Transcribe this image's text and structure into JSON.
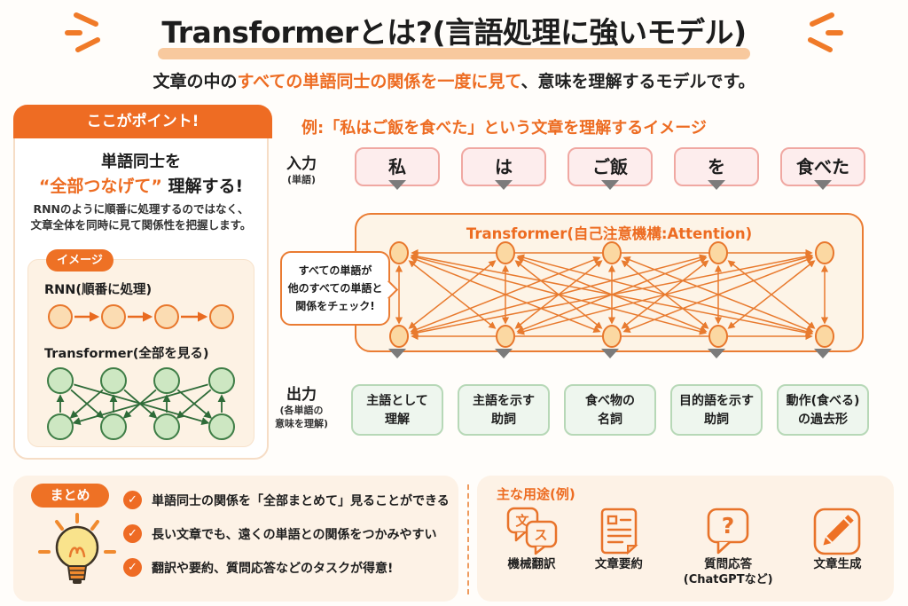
{
  "header": {
    "title": "Transformerとは?(言語処理に強いモデル)",
    "subtitle_prefix": "文章の中の",
    "subtitle_highlight": "すべての単語同士の関係を一度に見て",
    "subtitle_suffix": "、意味を理解するモデルです。"
  },
  "point_panel": {
    "header": "ここがポイント!",
    "line1": "単語同士を",
    "line2_highlight": "“全部つなげて”",
    "line2_rest": " 理解する!",
    "body_line1": "RNNのように順番に処理するのではなく、",
    "body_line2": "文章全体を同時に見て関係性を把握します。",
    "image_badge": "イメージ",
    "rnn_label": "RNN(順番に処理)",
    "transformer_label": "Transformer(全部を見る)"
  },
  "example": {
    "heading": "例:「私はご飯を食べた」という文章を理解するイメージ",
    "input_label": "入力",
    "input_sublabel": "(単語)",
    "words": [
      "私",
      "は",
      "ご飯",
      "を",
      "食べた"
    ],
    "transformer_title": "Transformer(自己注意機構:Attention)",
    "bubble_lines": [
      "すべての単語が",
      "他のすべての単語と",
      "関係をチェック!"
    ],
    "output_label": "出力",
    "output_sublabel_1": "(各単語の",
    "output_sublabel_2": "意味を理解)",
    "outputs": [
      {
        "line1": "主語として",
        "line2": "理解"
      },
      {
        "line1": "主語を示す",
        "line2": "助詞"
      },
      {
        "line1": "食べ物の",
        "line2": "名詞"
      },
      {
        "line1": "目的語を示す",
        "line2": "助詞"
      },
      {
        "line1": "動作(食べる)",
        "line2": "の過去形"
      }
    ]
  },
  "summary": {
    "badge": "まとめ",
    "check_glyph": "✓",
    "items": [
      "単語同士の関係を「全部まとめて」見ることができる",
      "長い文章でも、遠くの単語との関係をつかみやすい",
      "翻訳や要約、質問応答などのタスクが得意!"
    ]
  },
  "usecases": {
    "heading": "主な用途(例)",
    "translation_glyph_back": "文",
    "translation_glyph_front": "ス",
    "question_glyph": "?",
    "items": [
      {
        "icon": "translation-bubbles-icon",
        "line1": "機械翻訳",
        "line2": ""
      },
      {
        "icon": "document-summary-icon",
        "line1": "文章要約",
        "line2": ""
      },
      {
        "icon": "question-bubble-icon",
        "line1": "質問応答",
        "line2": "(ChatGPTなど)"
      },
      {
        "icon": "pencil-icon",
        "line1": "文章生成",
        "line2": ""
      }
    ]
  },
  "colors": {
    "accent_orange": "#ed6c22",
    "title_underline": "#f8c99e",
    "peach_bg": "#fdf2e6",
    "pink_fill": "#fdeded",
    "pink_border": "#f0a8a2",
    "green_fill": "#eef6ee",
    "green_border": "#b7d8b7",
    "node_fill": "#fbd8a2",
    "dark_green": "#2e6b38",
    "arrow_gray": "#7b7b7b"
  }
}
